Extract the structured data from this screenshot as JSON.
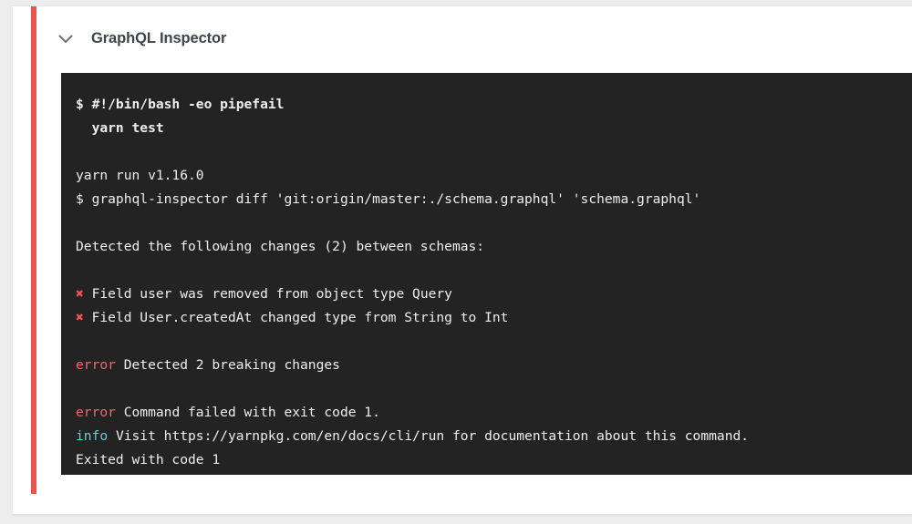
{
  "card": {
    "title": "GraphQL Inspector",
    "collapse_icon": "chevron-down-icon",
    "accent_color": "#ef5350"
  },
  "terminal": {
    "background": "#232323",
    "foreground": "#eceff1",
    "error_color": "#e96a6a",
    "info_color": "#5fd4d6",
    "cross_color": "#ef5552",
    "lines": [
      {
        "id": "l0",
        "type": "command",
        "bold": true,
        "text": "$ #!/bin/bash -eo pipefail"
      },
      {
        "id": "l1",
        "type": "command",
        "bold": true,
        "text": "  yarn test"
      },
      {
        "id": "l2",
        "type": "blank",
        "text": ""
      },
      {
        "id": "l3",
        "type": "output",
        "text": "yarn run v1.16.0"
      },
      {
        "id": "l4",
        "type": "output",
        "text": "$ graphql-inspector diff 'git:origin/master:./schema.graphql' 'schema.graphql'"
      },
      {
        "id": "l5",
        "type": "blank",
        "text": ""
      },
      {
        "id": "l6",
        "type": "output",
        "text": "Detected the following changes (2) between schemas:"
      },
      {
        "id": "l7",
        "type": "blank",
        "text": ""
      },
      {
        "id": "l8",
        "type": "change",
        "marker": "✖",
        "text": "Field user was removed from object type Query"
      },
      {
        "id": "l9",
        "type": "change",
        "marker": "✖",
        "text": "Field User.createdAt changed type from String to Int"
      },
      {
        "id": "l10",
        "type": "blank",
        "text": ""
      },
      {
        "id": "l11",
        "type": "error",
        "label": "error",
        "text": "Detected 2 breaking changes"
      },
      {
        "id": "l12",
        "type": "blank",
        "text": ""
      },
      {
        "id": "l13",
        "type": "error",
        "label": "error",
        "text": "Command failed with exit code 1."
      },
      {
        "id": "l14",
        "type": "info",
        "label": "info",
        "text": "Visit https://yarnpkg.com/en/docs/cli/run for documentation about this command."
      },
      {
        "id": "l15",
        "type": "output",
        "text": "Exited with code 1"
      }
    ]
  }
}
